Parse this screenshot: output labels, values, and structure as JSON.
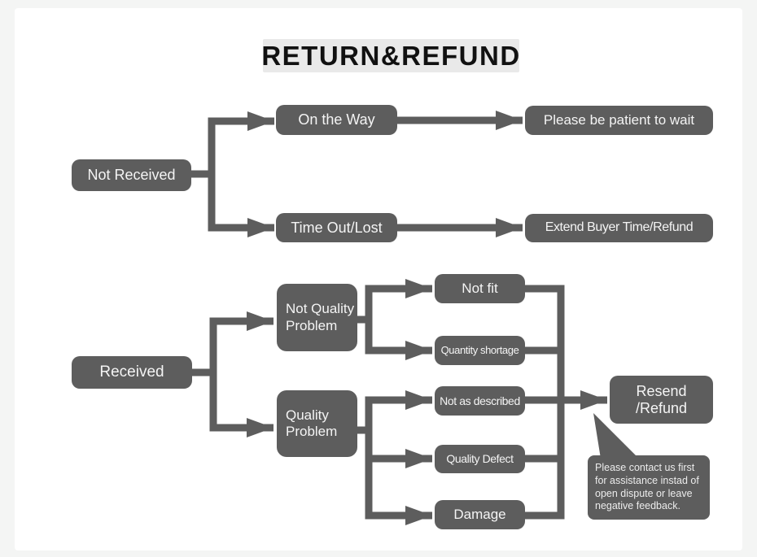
{
  "title": {
    "text": "RETURN&REFUND"
  },
  "nodes": {
    "not_received": {
      "label": "Not Received"
    },
    "on_the_way": {
      "label": "On the Way"
    },
    "please_wait": {
      "label": "Please be patient to wait"
    },
    "time_out_lost": {
      "label": "Time Out/Lost"
    },
    "extend_buyer": {
      "label": "Extend Buyer Time/Refund"
    },
    "received": {
      "label": "Received"
    },
    "not_quality_problem": {
      "label": "Not Quality Problem"
    },
    "quality_problem": {
      "label": "Quality Problem"
    },
    "not_fit": {
      "label": "Not fit"
    },
    "quantity_shortage": {
      "label": "Quantity shortage"
    },
    "not_as_described": {
      "label": "Not as described"
    },
    "quality_defect": {
      "label": "Quality Defect"
    },
    "damage": {
      "label": "Damage"
    },
    "resend_refund": {
      "label": "Resend\n/Refund"
    }
  },
  "note": {
    "text": "Please contact us first for assistance instad of open dispute or leave negative feedback."
  },
  "edges": [
    {
      "from": "Not Received",
      "to": "On the Way"
    },
    {
      "from": "Not Received",
      "to": "Time Out/Lost"
    },
    {
      "from": "On the Way",
      "to": "Please be patient to wait"
    },
    {
      "from": "Time Out/Lost",
      "to": "Extend Buyer Time/Refund"
    },
    {
      "from": "Received",
      "to": "Not Quality Problem"
    },
    {
      "from": "Received",
      "to": "Quality Problem"
    },
    {
      "from": "Not Quality Problem",
      "to": "Not fit"
    },
    {
      "from": "Not Quality Problem",
      "to": "Quantity shortage"
    },
    {
      "from": "Quality Problem",
      "to": "Not as described"
    },
    {
      "from": "Quality Problem",
      "to": "Quality Defect"
    },
    {
      "from": "Quality Problem",
      "to": "Damage"
    },
    {
      "from": "Not fit",
      "to": "Resend /Refund"
    },
    {
      "from": "Quantity shortage",
      "to": "Resend /Refund"
    },
    {
      "from": "Not as described",
      "to": "Resend /Refund"
    },
    {
      "from": "Quality Defect",
      "to": "Resend /Refund"
    },
    {
      "from": "Damage",
      "to": "Resend /Refund"
    }
  ],
  "colors": {
    "page_bg": "#f4f5f4",
    "card_bg": "#ffffff",
    "node_bg": "#5d5d5d",
    "node_text": "#f4f4f4",
    "connector": "#5d5d5d",
    "title_bg": "#e9e9e9",
    "title_text": "#111111"
  }
}
